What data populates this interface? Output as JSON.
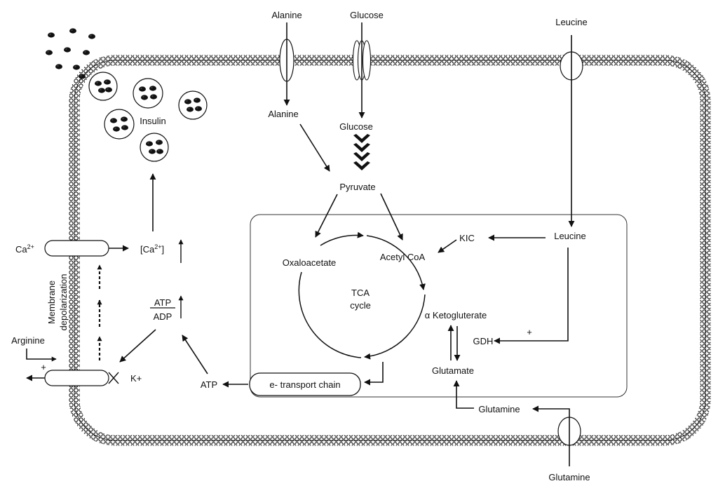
{
  "extracellular": {
    "alanine": "Alanine",
    "glucose": "Glucose",
    "leucine": "Leucine",
    "glutamine": "Glutamine",
    "arginine": "Arginine",
    "ca": "Ca",
    "ca_sup": "2+",
    "k": "K+",
    "plus_sign": "+"
  },
  "cytoplasm": {
    "alanine": "Alanine",
    "glucose": "Glucose",
    "pyruvate": "Pyruvate",
    "insulin": "Insulin",
    "ca_rise_open": "[Ca",
    "ca_rise_sup": "2+",
    "ca_rise_close": "]",
    "atp_num": "ATP",
    "adp_den": "ADP",
    "atp": "ATP",
    "membrane_line1": "Membrane",
    "membrane_line2": "depolarization"
  },
  "mitochondrion": {
    "oxaloacetate": "Oxaloacetate",
    "acetyl_coa": "Acetyl CoA",
    "tca_line1": "TCA",
    "tca_line2": "cycle",
    "kic": "KIC",
    "leucine": "Leucine",
    "alpha_kg": "α Ketogluterate",
    "gdh": "GDH",
    "gdh_plus": "+",
    "glutamate": "Glutamate",
    "etc": "e- transport chain"
  },
  "glutamine_inner": "Glutamine"
}
